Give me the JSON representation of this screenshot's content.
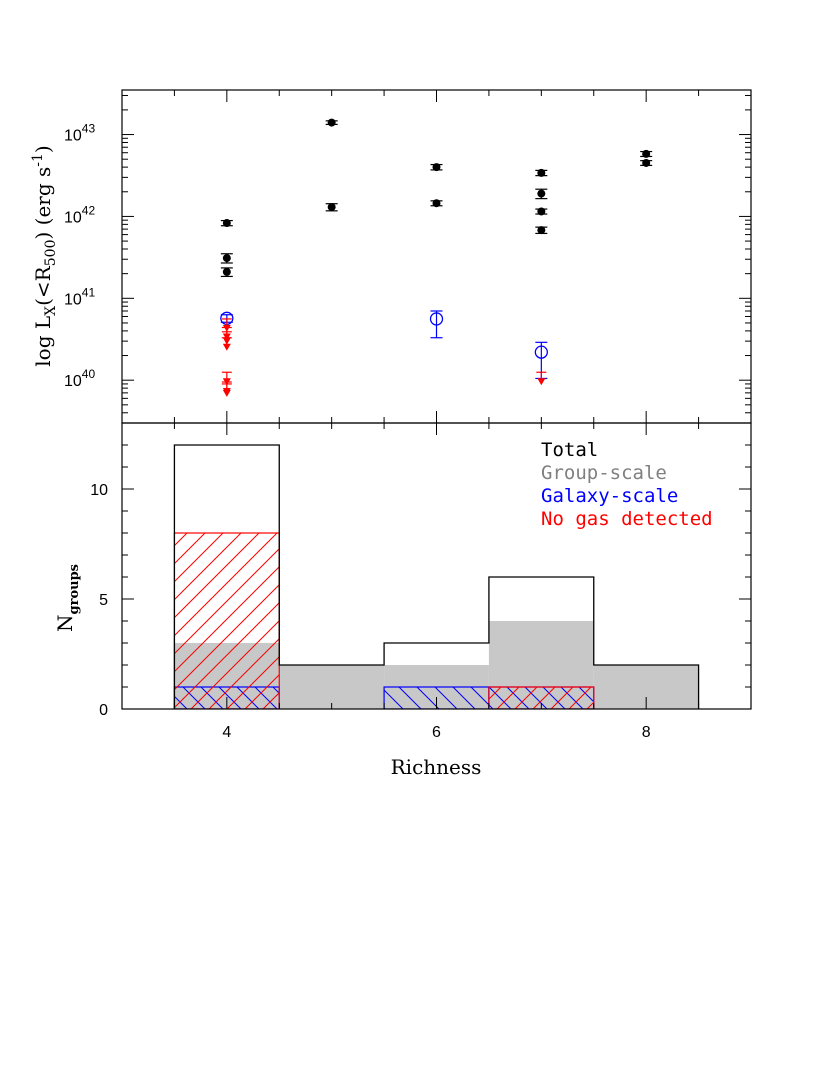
{
  "chart_data": [
    {
      "type": "scatter",
      "panel": "top",
      "ylabel": {
        "prefix": "log L",
        "sub1": "X",
        "mid": "(<R",
        "sub2": "500",
        "suffix": ") (erg s",
        "sup": "-1",
        "end": ")"
      },
      "yscale": "log",
      "ylim": [
        3e+39,
        3.5e+43
      ],
      "xlim": [
        3,
        9
      ],
      "yticks": [
        {
          "value": 1e+40,
          "base": "10",
          "exp": "40"
        },
        {
          "value": 1e+41,
          "base": "10",
          "exp": "41"
        },
        {
          "value": 1e+42,
          "base": "10",
          "exp": "42"
        },
        {
          "value": 1e+43,
          "base": "10",
          "exp": "43"
        }
      ],
      "series": [
        {
          "color": "#000000",
          "marker": "filled-circle",
          "points": [
            {
              "x": 4,
              "y": 8.3e+41,
              "lo": 7.7e+41,
              "hi": 8.9e+41
            },
            {
              "x": 4,
              "y": 3.1e+41,
              "lo": 2.7e+41,
              "hi": 3.5e+41
            },
            {
              "x": 4,
              "y": 2.1e+41,
              "lo": 1.85e+41,
              "hi": 2.35e+41
            },
            {
              "x": 5,
              "y": 1.4e+43,
              "lo": 1.33e+43,
              "hi": 1.47e+43
            },
            {
              "x": 5,
              "y": 1.3e+42,
              "lo": 1.17e+42,
              "hi": 1.43e+42
            },
            {
              "x": 6,
              "y": 4e+42,
              "lo": 3.7e+42,
              "hi": 4.3e+42
            },
            {
              "x": 6,
              "y": 1.45e+42,
              "lo": 1.35e+42,
              "hi": 1.55e+42
            },
            {
              "x": 7,
              "y": 3.4e+42,
              "lo": 3.15e+42,
              "hi": 3.65e+42
            },
            {
              "x": 7,
              "y": 1.9e+42,
              "lo": 1.65e+42,
              "hi": 2.15e+42
            },
            {
              "x": 7,
              "y": 1.15e+42,
              "lo": 1.07e+42,
              "hi": 1.23e+42
            },
            {
              "x": 7,
              "y": 6.8e+41,
              "lo": 6.2e+41,
              "hi": 7.4e+41
            },
            {
              "x": 8,
              "y": 5.8e+42,
              "lo": 5.4e+42,
              "hi": 6.2e+42
            },
            {
              "x": 8,
              "y": 4.5e+42,
              "lo": 4.2e+42,
              "hi": 4.8e+42
            }
          ]
        },
        {
          "color": "#0000ff",
          "marker": "open-circle",
          "points": [
            {
              "x": 4,
              "y": 5.7e+40,
              "lo": 5.1e+40,
              "hi": 6.3e+40
            },
            {
              "x": 6,
              "y": 5.6e+40,
              "lo": 3.3e+40,
              "hi": 7e+40
            },
            {
              "x": 7,
              "y": 2.2e+40,
              "lo": 1.05e+40,
              "hi": 2.9e+40
            }
          ]
        },
        {
          "color": "#ff0000",
          "marker": "upper-limit",
          "limits": [
            {
              "x": 4,
              "y": 5.6e+40
            },
            {
              "x": 4,
              "y": 4.4e+40
            },
            {
              "x": 4,
              "y": 3.9e+40
            },
            {
              "x": 4,
              "y": 3.3e+40
            },
            {
              "x": 4,
              "y": 1.25e+40
            },
            {
              "x": 4,
              "y": 9.5e+39
            },
            {
              "x": 4,
              "y": 9e+39
            },
            {
              "x": 7,
              "y": 1.25e+40
            }
          ]
        }
      ]
    },
    {
      "type": "bar",
      "panel": "bottom",
      "xlabel": "Richness",
      "ylabel": {
        "main": "N",
        "sub": "groups"
      },
      "xlim": [
        3,
        9
      ],
      "ylim": [
        0,
        13
      ],
      "xticks": [
        4,
        6,
        8
      ],
      "yticks": [
        0,
        5,
        10
      ],
      "bin_centers": [
        4,
        5,
        6,
        7,
        8
      ],
      "series": [
        {
          "name": "Total",
          "color": "#000000",
          "style": "outline",
          "values": [
            12,
            2,
            3,
            6,
            2
          ]
        },
        {
          "name": "Group-scale",
          "color": "#c8c8c8",
          "style": "filled",
          "values": [
            3,
            2,
            2,
            4,
            2
          ]
        },
        {
          "name": "Galaxy-scale",
          "color": "#0000ff",
          "style": "hatch-back",
          "values": [
            1,
            0,
            1,
            1,
            0
          ]
        },
        {
          "name": "No gas detected",
          "color": "#ff0000",
          "style": "hatch-forward",
          "values": [
            8,
            0,
            0,
            1,
            0
          ]
        }
      ],
      "legend_position": "top-right",
      "legend_text_colors": [
        "#000000",
        "#808080",
        "#0000ff",
        "#ff0000"
      ]
    }
  ]
}
